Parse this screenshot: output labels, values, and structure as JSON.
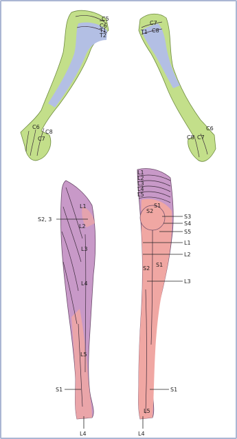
{
  "colors": {
    "arm_green": "#c3df8a",
    "arm_blue": "#b3bfe4",
    "leg_purple": "#c899c8",
    "leg_pink": "#f0a7a3",
    "frame": "#aab6d3"
  },
  "right_arm": {
    "top_labels": [
      "C5",
      "C6",
      "T1",
      "T2"
    ],
    "hand_labels": [
      "C6",
      "C7",
      "C8"
    ]
  },
  "left_arm": {
    "top_labels": [
      "C7",
      "C8",
      "T1"
    ],
    "hand_labels": [
      "C6",
      "C7",
      "C8"
    ]
  },
  "left_leg": {
    "side_label": "S2, 3",
    "labels": [
      "L1",
      "L2",
      "L3",
      "L4",
      "L5",
      "S1"
    ],
    "bottom_label": "L4"
  },
  "right_leg": {
    "top_labels": [
      "L1",
      "L2",
      "L3",
      "L4",
      "L5"
    ],
    "inner_labels": [
      "S1",
      "S2",
      "S1",
      "S2"
    ],
    "right_labels": [
      "S3",
      "S4",
      "S5",
      "L1",
      "L2",
      "L3"
    ],
    "lower_labels": [
      "S1",
      "L5"
    ],
    "bottom_label": "L4"
  }
}
